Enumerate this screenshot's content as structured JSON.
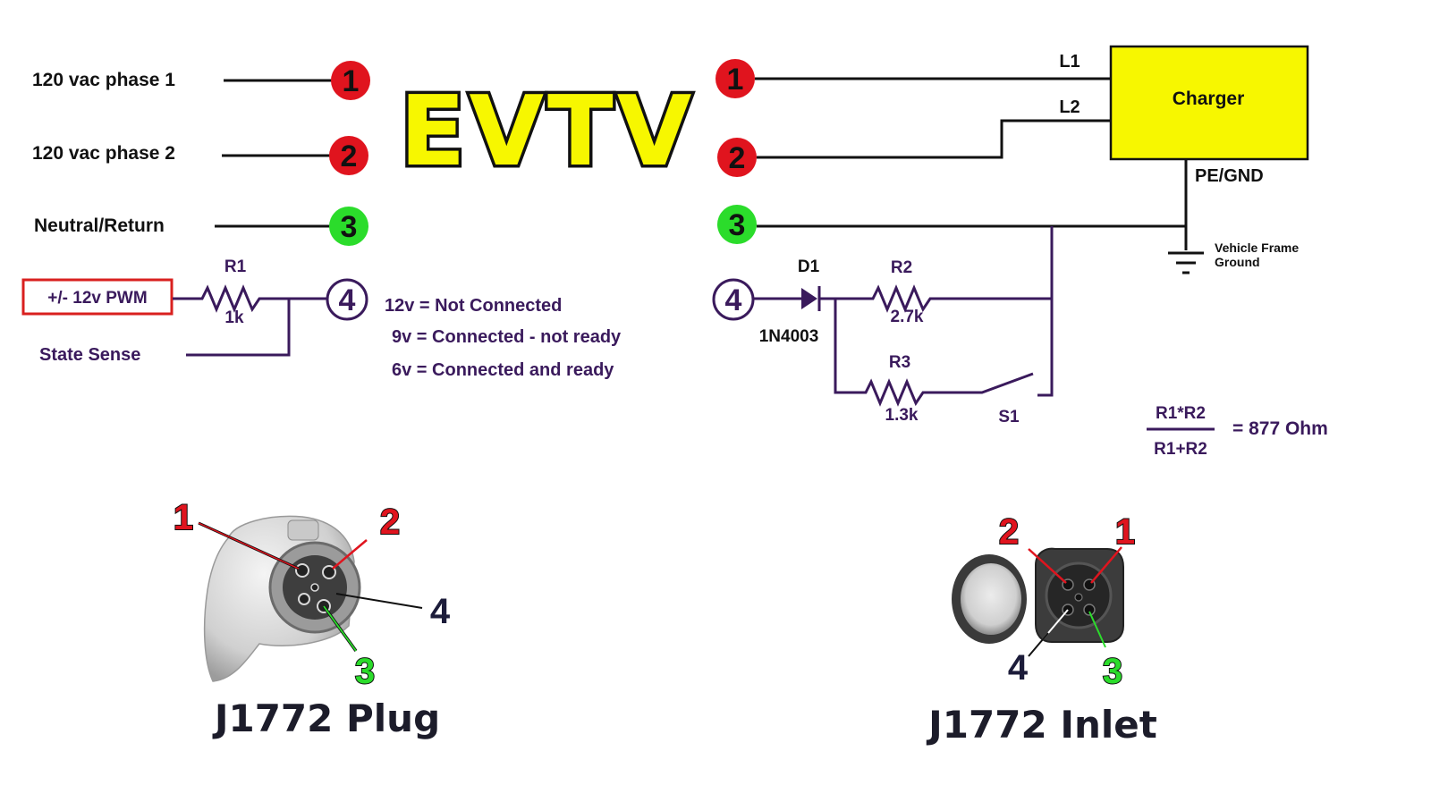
{
  "logo": {
    "text": "EVTV",
    "fill": "#f7f700",
    "stroke": "#111111"
  },
  "colors": {
    "wire": "#111111",
    "signal": "#3a1a5c",
    "pin_red": "#e0141e",
    "pin_green": "#2bdc2b",
    "charger": "#f7f700",
    "pwm_box": "#d9201f"
  },
  "source": {
    "labels": {
      "phase1": "120 vac phase 1",
      "phase2": "120 vac phase 2",
      "neutral": "Neutral/Return",
      "pwm": "+/- 12v PWM",
      "state_sense": "State Sense"
    },
    "pins": [
      "1",
      "2",
      "3",
      "4"
    ],
    "r1": {
      "name": "R1",
      "value": "1k"
    }
  },
  "states": {
    "line1": "12v = Not Connected",
    "line2": "9v = Connected - not ready",
    "line3": "6v = Connected and ready"
  },
  "vehicle": {
    "pins": [
      "1",
      "2",
      "3",
      "4"
    ],
    "l1": "L1",
    "l2": "L2",
    "charger": "Charger",
    "pe_gnd": "PE/GND",
    "frame_ground": [
      "Vehicle Frame",
      "Ground"
    ],
    "d1": {
      "name": "D1",
      "part": "1N4003"
    },
    "r2": {
      "name": "R2",
      "value": "2.7k"
    },
    "r3": {
      "name": "R3",
      "value": "1.3k"
    },
    "s1": "S1",
    "formula": {
      "numerator": "R1*R2",
      "denominator": "R1+R2",
      "result": "= 877 Ohm"
    }
  },
  "plug": {
    "title": "J1772 Plug",
    "callouts": [
      "1",
      "2",
      "3",
      "4"
    ]
  },
  "inlet": {
    "title": "J1772 Inlet",
    "callouts": [
      "1",
      "2",
      "3",
      "4"
    ]
  }
}
